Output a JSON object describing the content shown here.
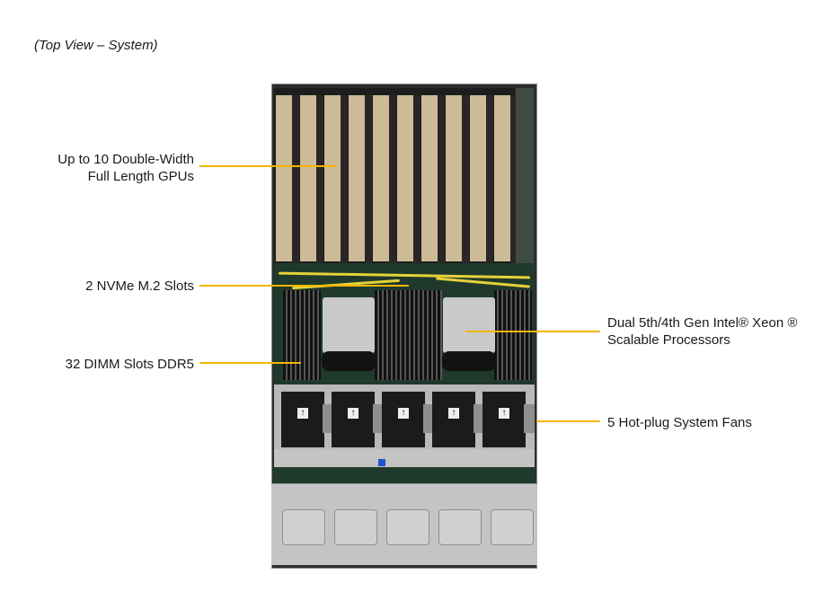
{
  "caption": "(Top View – System)",
  "callouts": {
    "gpus": [
      "Up to 10 Double-Width",
      "Full Length GPUs"
    ],
    "nvme": "2 NVMe M.2 Slots",
    "dimm": "32 DIMM Slots DDR5",
    "cpu": [
      "Dual 5th/4th Gen Intel® Xeon ®",
      "Scalable Processors"
    ],
    "fans": "5 Hot-plug System Fans"
  },
  "colors": {
    "leader": "#f2b600",
    "gpu_shroud": "#cdbb98"
  }
}
